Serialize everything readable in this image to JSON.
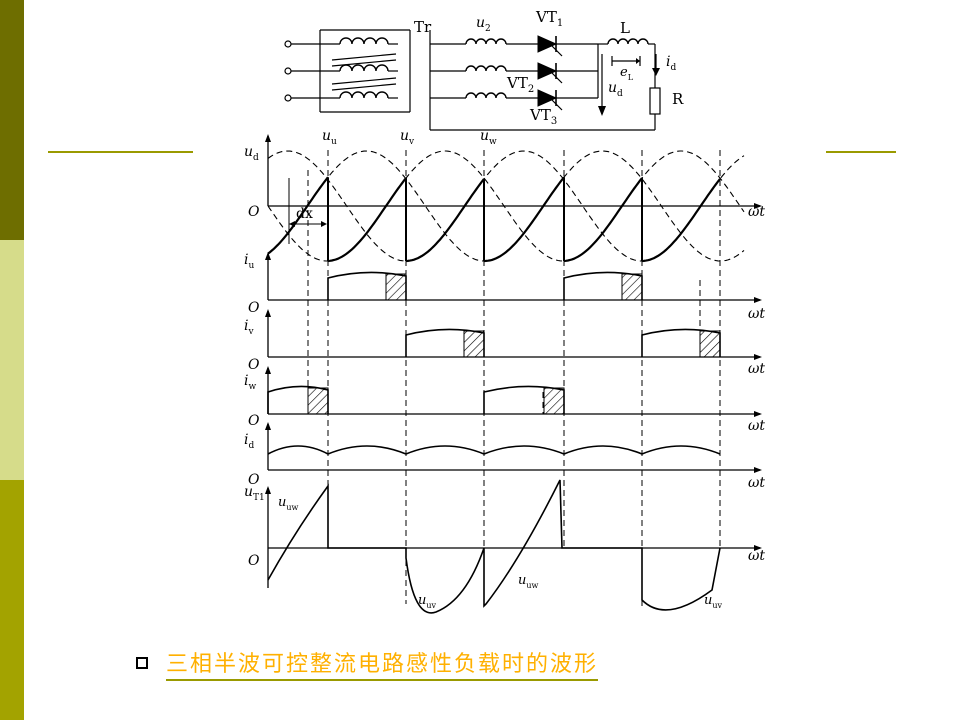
{
  "theme": {
    "sidebar_colors": [
      "#6e6e00",
      "#d6dc8a",
      "#a3a300"
    ],
    "rule_color": "#9a9a00",
    "caption_color": "#ffb000"
  },
  "circuit": {
    "transformer_label": "Tr",
    "secondary_voltage_sub": "2",
    "thyristors": [
      {
        "base": "VT",
        "sub": "1"
      },
      {
        "base": "VT",
        "sub": "2"
      },
      {
        "base": "VT",
        "sub": "3"
      }
    ],
    "inductor_label": "L",
    "resistor_label": "R",
    "current_label": "i",
    "current_sub": "d",
    "output_voltage": "u",
    "output_voltage_sub": "d",
    "inductor_emf": "e",
    "inductor_emf_sub": "L",
    "secondary_voltage": "u"
  },
  "waveforms": {
    "origin_label": "O",
    "axis_label": "ωt",
    "dx_label": "dx",
    "rows": [
      {
        "label": "u",
        "sub": "d"
      },
      {
        "label": "i",
        "sub": "u"
      },
      {
        "label": "i",
        "sub": "v"
      },
      {
        "label": "i",
        "sub": "w"
      },
      {
        "label": "i",
        "sub": "d"
      },
      {
        "label": "u",
        "sub": "T1"
      }
    ],
    "phase_labels": [
      {
        "label": "u",
        "sub": "u"
      },
      {
        "label": "u",
        "sub": "v"
      },
      {
        "label": "u",
        "sub": "w"
      }
    ],
    "vt_labels": [
      {
        "label": "u",
        "sub": "uw"
      },
      {
        "label": "u",
        "sub": "uv"
      },
      {
        "label": "u",
        "sub": "uw"
      },
      {
        "label": "u",
        "sub": "uv"
      }
    ]
  },
  "caption": {
    "text": "三相半波可控整流电路感性负载时的波形"
  }
}
